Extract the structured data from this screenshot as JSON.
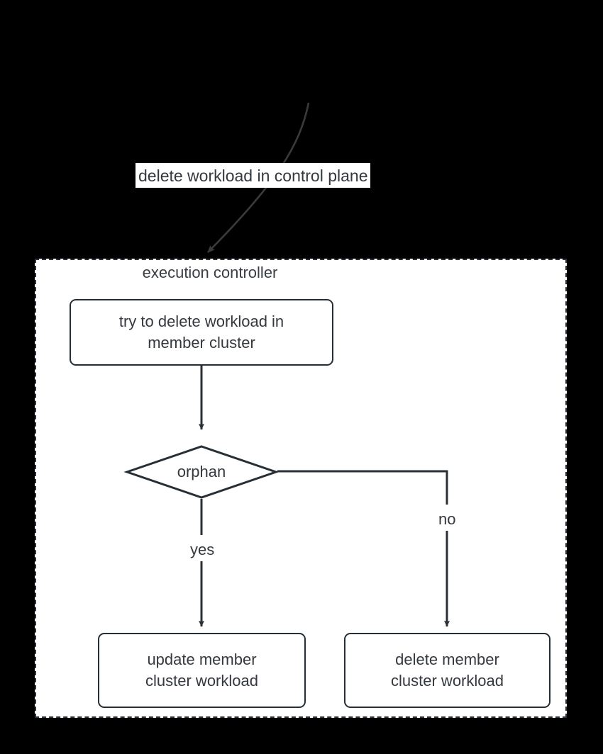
{
  "diagram": {
    "type": "flowchart",
    "background_color": "#000000",
    "surface_color": "#ffffff",
    "stroke_color": "#262f36",
    "text_color": "#34393f",
    "edge_color": "#333333",
    "subgraph": {
      "title": "execution controller",
      "border_style": "dashed"
    },
    "nodes": [
      {
        "id": "try",
        "shape": "rounded-rect",
        "label": "try to delete workload in\nmember cluster"
      },
      {
        "id": "orphan",
        "shape": "diamond",
        "label": "orphan"
      },
      {
        "id": "update",
        "shape": "rounded-rect",
        "label": "update member\ncluster workload"
      },
      {
        "id": "delete",
        "shape": "rounded-rect",
        "label": "delete member\ncluster workload"
      }
    ],
    "edges": [
      {
        "id": "entry",
        "from": "external",
        "to": "execution controller",
        "label": "delete workload in control plane",
        "style": "curved-arrow"
      },
      {
        "id": "try-to-orphan",
        "from": "try",
        "to": "orphan",
        "label": ""
      },
      {
        "id": "orphan-yes",
        "from": "orphan",
        "to": "update",
        "label": "yes"
      },
      {
        "id": "orphan-no",
        "from": "orphan",
        "to": "delete",
        "label": "no"
      }
    ]
  }
}
